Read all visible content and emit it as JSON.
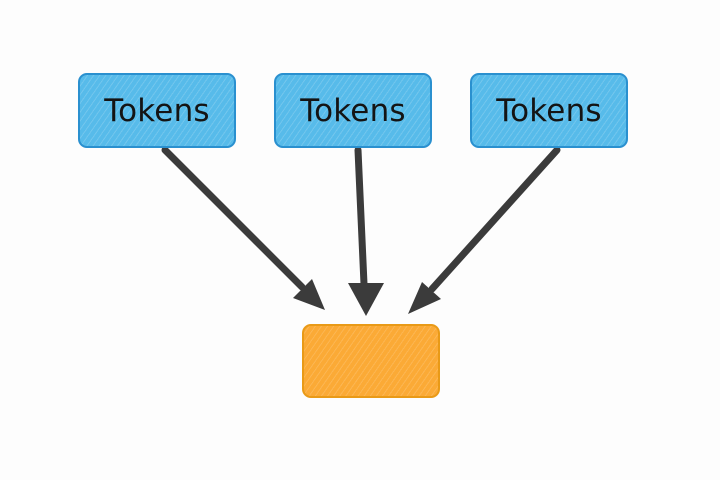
{
  "diagram": {
    "sources": [
      {
        "label": "Tokens"
      },
      {
        "label": "Tokens"
      },
      {
        "label": "Tokens"
      }
    ],
    "target": {
      "label": ""
    },
    "colors": {
      "source_fill": "#57bbea",
      "source_border": "#2a90cf",
      "target_fill": "#fbaa36",
      "target_border": "#e99a17",
      "arrow": "#3b3b3b"
    },
    "edges": [
      {
        "from": "sources.0",
        "to": "target"
      },
      {
        "from": "sources.1",
        "to": "target"
      },
      {
        "from": "sources.2",
        "to": "target"
      }
    ]
  }
}
